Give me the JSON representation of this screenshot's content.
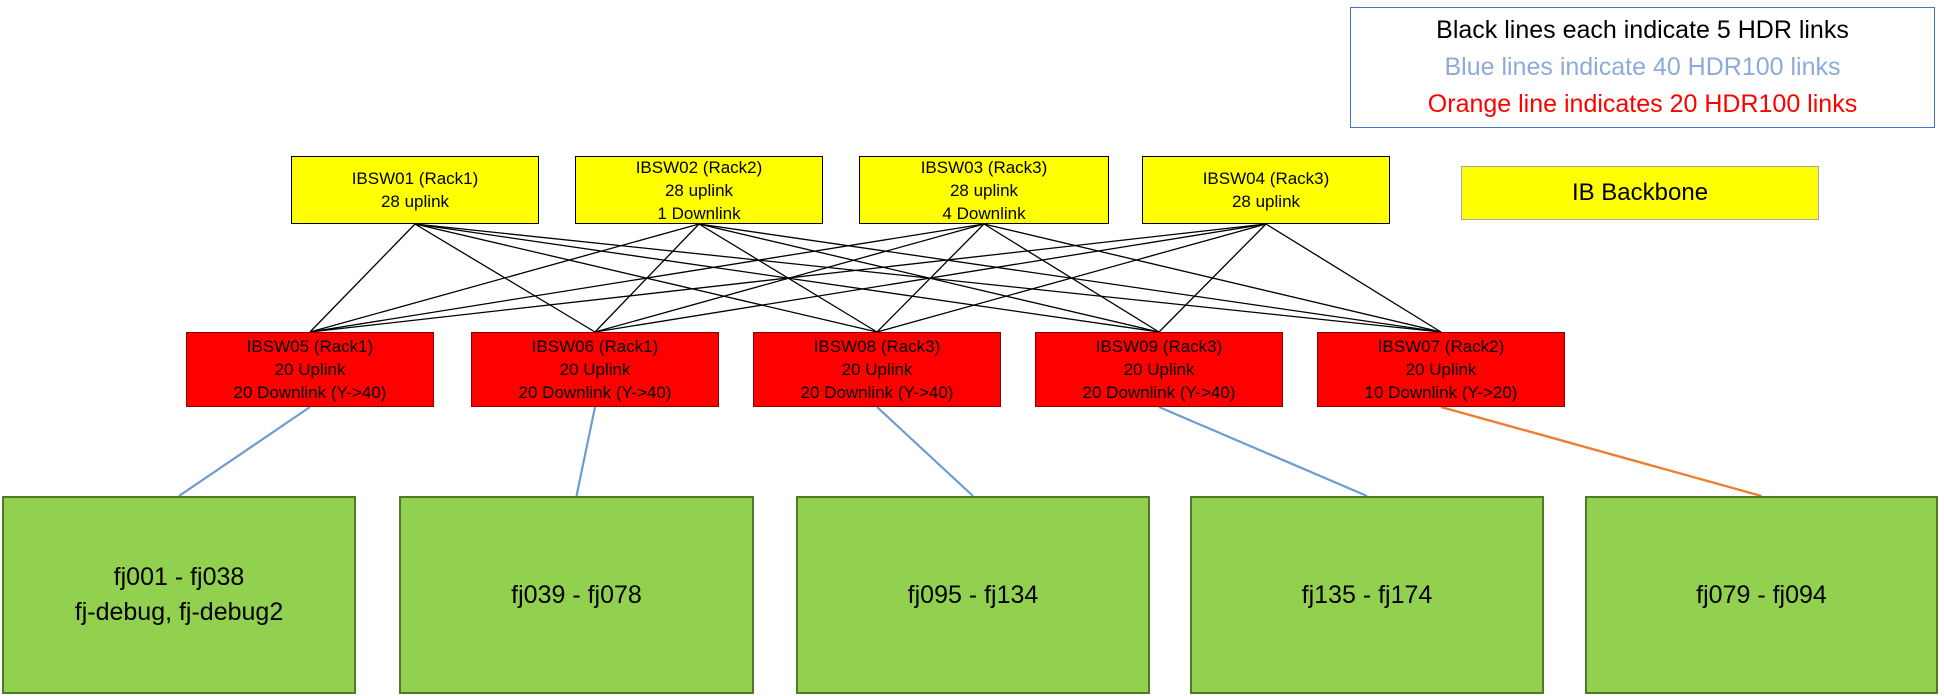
{
  "legend": {
    "items": [
      {
        "text": "Black lines each indicate 5 HDR links"
      },
      {
        "text": "Blue lines indicate 40 HDR100 links"
      },
      {
        "text": "Orange line indicates 20 HDR100 links"
      }
    ]
  },
  "backbone_label": "IB Backbone",
  "backbone_switches": [
    {
      "name": "IBSW01 (Rack1)",
      "line2": "28 uplink",
      "line3": ""
    },
    {
      "name": "IBSW02 (Rack2)",
      "line2": "28 uplink",
      "line3": "1 Downlink"
    },
    {
      "name": "IBSW03 (Rack3)",
      "line2": "28 uplink",
      "line3": "4 Downlink"
    },
    {
      "name": "IBSW04 (Rack3)",
      "line2": "28 uplink",
      "line3": ""
    }
  ],
  "leaf_switches": [
    {
      "name": "IBSW05 (Rack1)",
      "uplink": "20 Uplink",
      "downlink": "20 Downlink (Y->40)"
    },
    {
      "name": "IBSW06 (Rack1)",
      "uplink": "20 Uplink",
      "downlink": "20 Downlink (Y->40)"
    },
    {
      "name": "IBSW08 (Rack3)",
      "uplink": "20 Uplink",
      "downlink": "20 Downlink (Y->40)"
    },
    {
      "name": "IBSW09 (Rack3)",
      "uplink": "20 Uplink",
      "downlink": "20 Downlink (Y->40)"
    },
    {
      "name": "IBSW07 (Rack2)",
      "uplink": "20 Uplink",
      "downlink": "10 Downlink (Y->20)"
    }
  ],
  "node_groups": [
    {
      "line1": "fj001 - fj038",
      "line2": "fj-debug, fj-debug2"
    },
    {
      "line1": "fj039 - fj078",
      "line2": ""
    },
    {
      "line1": "fj095 - fj134",
      "line2": ""
    },
    {
      "line1": "fj135 - fj174",
      "line2": ""
    },
    {
      "line1": "fj079 - fj094",
      "line2": ""
    }
  ],
  "colors": {
    "backbone_fill": "#FFFF00",
    "leaf_fill": "#FF0000",
    "nodes_fill": "#92D050",
    "legend_black_text": "#000000",
    "legend_blue_text": "#8EAADB",
    "legend_orange_text": "#FF0000",
    "link_black": "#000000",
    "link_blue": "#6E9CD2",
    "link_orange": "#ED7D31"
  },
  "links": {
    "black": [
      {
        "from": "ibsw01",
        "to": "ibsw05"
      },
      {
        "from": "ibsw01",
        "to": "ibsw06"
      },
      {
        "from": "ibsw01",
        "to": "ibsw08"
      },
      {
        "from": "ibsw01",
        "to": "ibsw09"
      },
      {
        "from": "ibsw01",
        "to": "ibsw07"
      },
      {
        "from": "ibsw02",
        "to": "ibsw05"
      },
      {
        "from": "ibsw02",
        "to": "ibsw06"
      },
      {
        "from": "ibsw02",
        "to": "ibsw08"
      },
      {
        "from": "ibsw02",
        "to": "ibsw09"
      },
      {
        "from": "ibsw02",
        "to": "ibsw07"
      },
      {
        "from": "ibsw03",
        "to": "ibsw05"
      },
      {
        "from": "ibsw03",
        "to": "ibsw06"
      },
      {
        "from": "ibsw03",
        "to": "ibsw08"
      },
      {
        "from": "ibsw03",
        "to": "ibsw09"
      },
      {
        "from": "ibsw03",
        "to": "ibsw07"
      },
      {
        "from": "ibsw04",
        "to": "ibsw05"
      },
      {
        "from": "ibsw04",
        "to": "ibsw06"
      },
      {
        "from": "ibsw04",
        "to": "ibsw08"
      },
      {
        "from": "ibsw04",
        "to": "ibsw09"
      },
      {
        "from": "ibsw04",
        "to": "ibsw07"
      }
    ],
    "blue": [
      {
        "from": "ibsw05",
        "to": "nodes1"
      },
      {
        "from": "ibsw06",
        "to": "nodes2"
      },
      {
        "from": "ibsw08",
        "to": "nodes3"
      },
      {
        "from": "ibsw09",
        "to": "nodes4"
      }
    ],
    "orange": [
      {
        "from": "ibsw07",
        "to": "nodes5"
      }
    ]
  }
}
